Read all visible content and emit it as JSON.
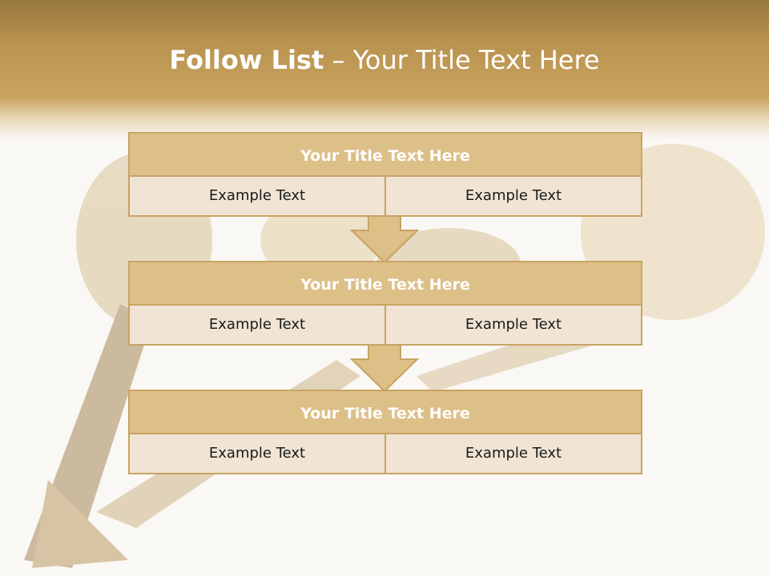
{
  "slide": {
    "title_bold": "Follow List",
    "title_rest": "– Your Title Text Here"
  },
  "blocks": [
    {
      "title": "Your Title Text Here",
      "cells": [
        "Example Text",
        "Example Text"
      ]
    },
    {
      "title": "Your Title Text Here",
      "cells": [
        "Example Text",
        "Example Text"
      ]
    },
    {
      "title": "Your Title Text Here",
      "cells": [
        "Example Text",
        "Example Text"
      ]
    }
  ],
  "colors": {
    "header": "#c9a45f",
    "block_title": "#ddbf88",
    "block_cell": "#f1e4d4",
    "border": "#c8a463"
  },
  "icons": [
    "down-arrow-icon"
  ]
}
